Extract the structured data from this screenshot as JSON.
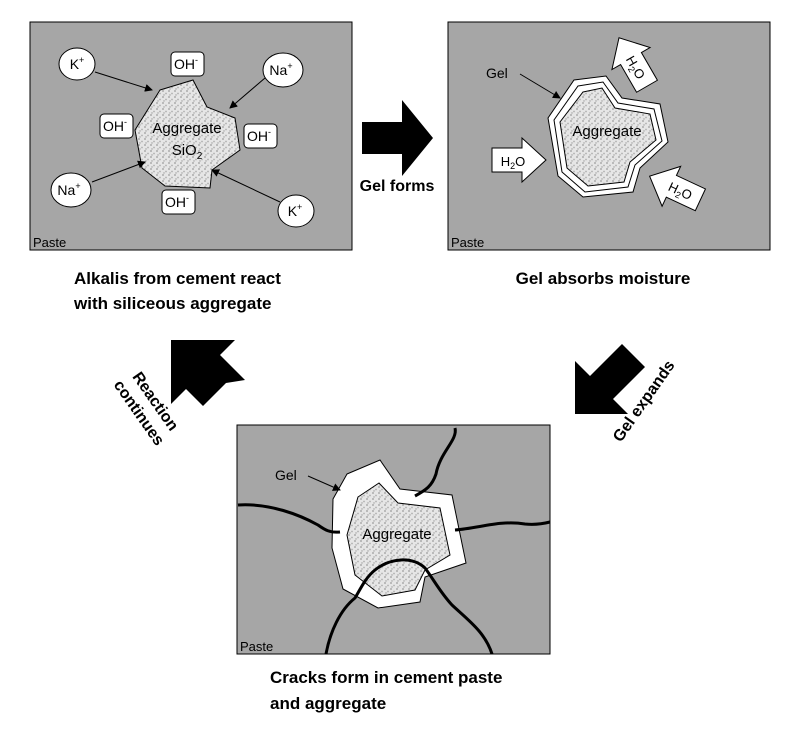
{
  "panels": {
    "p1": {
      "paste": "Paste",
      "aggregate": "Aggregate",
      "sio2": {
        "base": "SiO",
        "sub": "2"
      },
      "ions": {
        "k_top": {
          "base": "K",
          "sup": "+"
        },
        "na_top": {
          "base": "Na",
          "sup": "+"
        },
        "na_bottom": {
          "base": "Na",
          "sup": "+"
        },
        "k_bottom": {
          "base": "K",
          "sup": "+"
        },
        "oh_top": {
          "base": "OH",
          "sup": "-"
        },
        "oh_left": {
          "base": "OH",
          "sup": "-"
        },
        "oh_right": {
          "base": "OH",
          "sup": "-"
        },
        "oh_bottom": {
          "base": "OH",
          "sup": "-"
        }
      },
      "caption_line1": "Alkalis from cement react",
      "caption_line2": "with siliceous aggregate"
    },
    "p2": {
      "paste": "Paste",
      "aggregate": "Aggregate",
      "gel": "Gel",
      "water": {
        "base": "H",
        "sub": "2",
        "tail": "O"
      },
      "caption": "Gel absorbs moisture"
    },
    "p3": {
      "paste": "Paste",
      "aggregate": "Aggregate",
      "gel": "Gel",
      "caption_line1": "Cracks form in cement paste",
      "caption_line2": "and aggregate"
    }
  },
  "steps": {
    "gel_forms": "Gel forms",
    "gel_expands": "Gel expands",
    "reaction_line1": "Reaction",
    "reaction_line2": "continues"
  },
  "colors": {
    "paste": "#a6a6a6",
    "aggregate": "#e4e4e4",
    "gel": "#ffffff",
    "arrow": "#000000"
  }
}
